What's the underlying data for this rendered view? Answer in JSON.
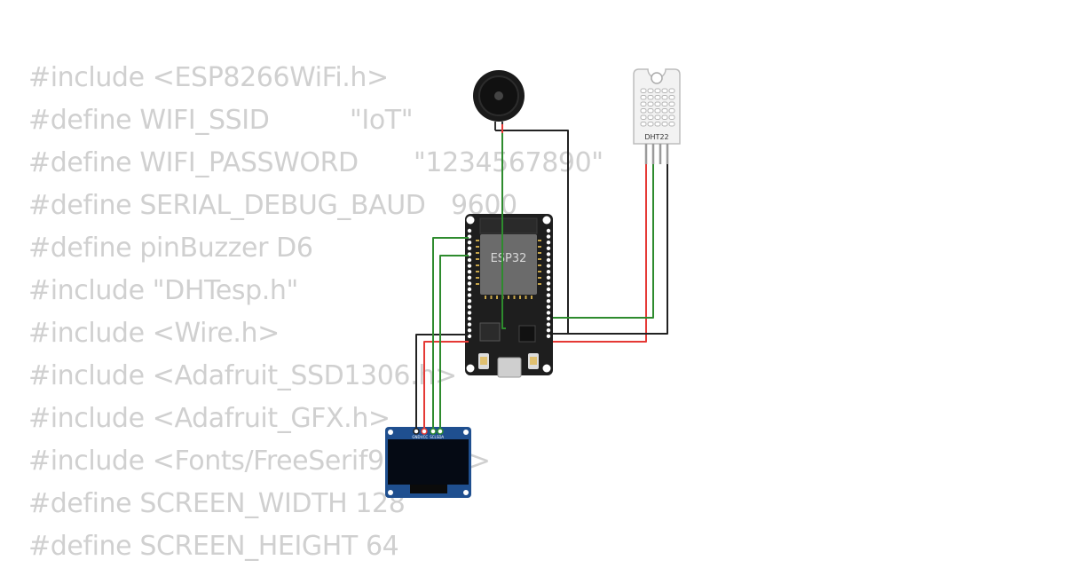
{
  "code_lines": [
    {
      "a": "#include <ESP8266WiFi.h>",
      "b": ""
    },
    {
      "a": "#define WIFI_SSID",
      "b": "\"IoT\""
    },
    {
      "a": "#define WIFI_PASSWORD",
      "b": "\"1234567890\""
    },
    {
      "a": "#define SERIAL_DEBUG_BAUD",
      "b": "9600"
    },
    {
      "a": "#define pinBuzzer D6",
      "b": ""
    },
    {
      "a": "#include \"DHTesp.h\"",
      "b": ""
    },
    {
      "a": "#include <Wire.h>",
      "b": ""
    },
    {
      "a": "#include <Adafruit_SSD1306.h>",
      "b": ""
    },
    {
      "a": "#include <Adafruit_GFX.h>",
      "b": ""
    },
    {
      "a": "#include <Fonts/FreeSerif9pt7b.h>",
      "b": ""
    },
    {
      "a": "#define SCREEN_WIDTH 128",
      "b": ""
    },
    {
      "a": "#define SCREEN_HEIGHT 64",
      "b": ""
    }
  ],
  "components": {
    "esp32_label": "ESP32",
    "dht_label": "DHT22",
    "oled_pins": [
      "GND",
      "VCC",
      "SCL",
      "SDA"
    ]
  },
  "wire_colors": {
    "red": "#e53935",
    "black": "#222222",
    "green": "#2e8b2e"
  },
  "board_colors": {
    "board": "#1e1e1e",
    "chip": "#6b6b6b",
    "oled_pcb": "#1f4f8f",
    "pin": "#ffffff"
  }
}
